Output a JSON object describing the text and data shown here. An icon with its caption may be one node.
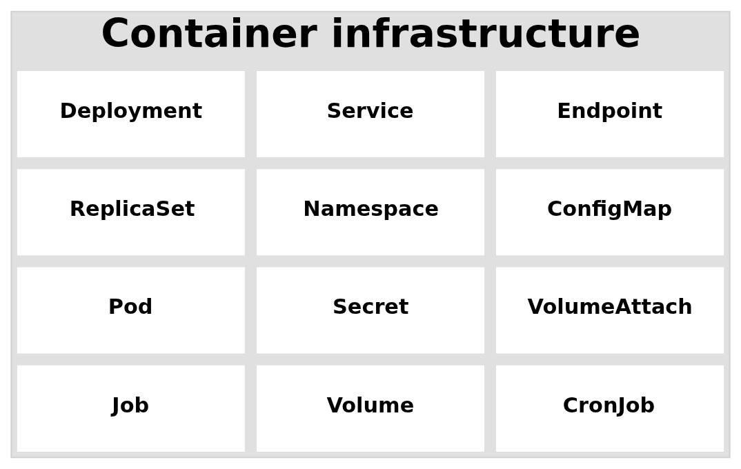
{
  "diagram": {
    "nodes": [
      {
        "text": [
          "Container infrastructure"
        ]
      },
      {
        "text": [
          "Deployment"
        ],
        "in": 0
      },
      {
        "text": [
          "Service"
        ],
        "in": 0
      },
      {
        "text": [
          "Endpoint"
        ],
        "in": 0
      },
      {
        "text": [
          "ReplicaSet"
        ],
        "in": 0
      },
      {
        "text": [
          "Namespace"
        ],
        "in": 0
      },
      {
        "text": [
          "ConfigMap"
        ],
        "in": 0
      },
      {
        "text": [
          "Pod"
        ],
        "in": 0
      },
      {
        "text": [
          "Secret"
        ],
        "in": 0
      },
      {
        "text": [
          "VolumeAttach"
        ],
        "in": 0
      },
      {
        "text": [
          "Job"
        ],
        "in": 0
      },
      {
        "text": [
          "Volume"
        ],
        "in": 0
      },
      {
        "text": [
          "CronJob"
        ],
        "in": 0
      }
    ],
    "edges": []
  }
}
